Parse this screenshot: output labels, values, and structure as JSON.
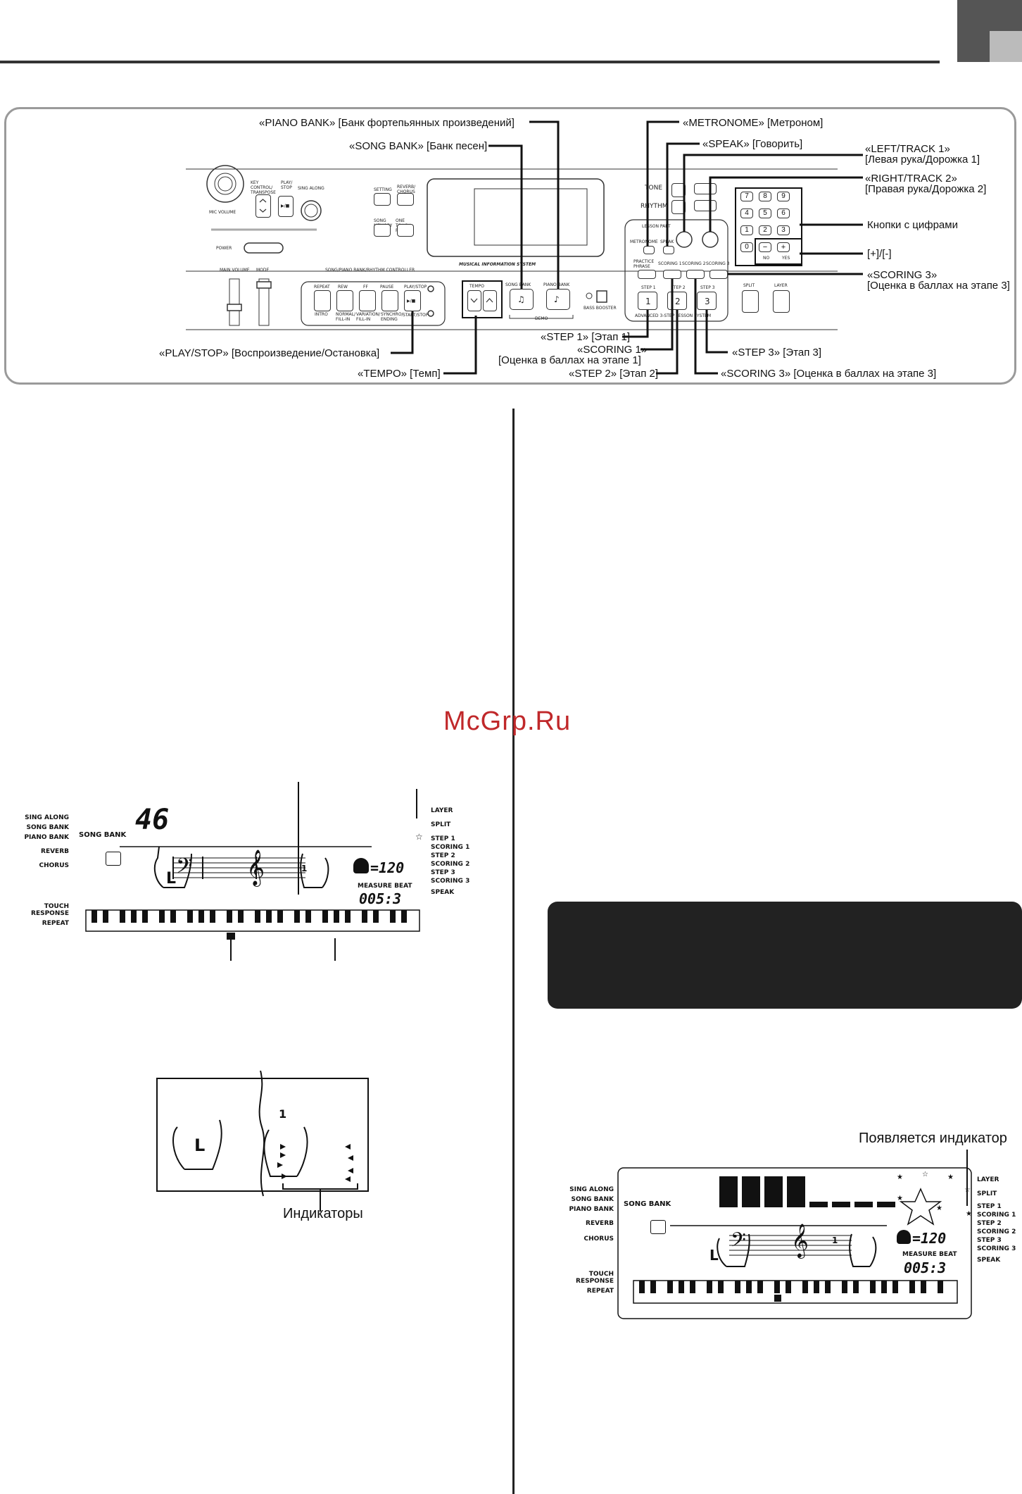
{
  "callouts": {
    "piano_bank": "«PIANO BANK» [Банк фортепьянных произведений]",
    "song_bank": "«SONG BANK» [Банк песен]",
    "metronome": "«METRONOME» [Метроном]",
    "speak": "«SPEAK» [Говорить]",
    "left_track1_a": "«LEFT/TRACK 1»",
    "left_track1_b": "[Левая рука/Дорожка 1]",
    "right_track2_a": "«RIGHT/TRACK 2»",
    "right_track2_b": "[Правая рука/Дорожка 2]",
    "number_buttons": "Кнопки с цифрами",
    "plus_minus": "[+]/[-]",
    "scoring3_a": "«SCORING 3»",
    "scoring3_b": "[Оценка в баллах на этапе 3]",
    "step1": "«STEP 1» [Этап 1]",
    "scoring1_a": "«SCORING 1»",
    "scoring1_b": "[Оценка в баллах на этапе 1]",
    "step3": "«STEP 3» [Этап 3]",
    "play_stop": "«PLAY/STOP» [Воспроизведение/Остановка]",
    "step2": "«STEP 2» [Этап 2]",
    "tempo": "«TEMPO» [Темп]",
    "scoring3_full": "«SCORING 3» [Оценка в баллах на этапе 3]"
  },
  "keyboard": {
    "mic_volume": "MIC VOLUME",
    "key_control": "KEY CONTROL/ TRANSPOSE",
    "play_stop": "PLAY/ STOP",
    "sing_along": "SING ALONG",
    "setting": "SETTING",
    "reverb_chorus": "REVERB/ CHORUS",
    "song_memory": "SONG MEMORY",
    "one_touch_preset": "ONE TOUCH PRESET",
    "power": "POWER",
    "main_volume": "MAIN VOLUME",
    "mode": "MODE",
    "controller": "SONG/PIANO BANK/RHYTHM CONTROLLER",
    "repeat": "REPEAT",
    "rew": "REW",
    "ff": "FF",
    "pause": "PAUSE",
    "play_stop2": "PLAY/STOP",
    "intro": "INTRO",
    "normal_fill": "NORMAL/ FILL-IN",
    "variation_fill": "VARIATION/ FILL-IN",
    "synchro_ending": "SYNCHRO/ ENDING",
    "start_stop": "START/STOP",
    "tempo": "TEMPO",
    "song_bank": "SONG BANK",
    "piano_bank": "PIANO BANK",
    "demo": "DEMO",
    "bass_booster": "BASS BOOSTER",
    "tone": "TONE",
    "rhythm": "RHYTHM",
    "lesson_part": "LESSON PART",
    "metronome": "METRONOME",
    "speak": "SPEAK",
    "practice_phrase": "PRACTICE PHRASE",
    "scoring1": "SCORING 1",
    "scoring2": "SCORING 2",
    "scoring3": "SCORING 3",
    "step1": "STEP 1",
    "step2": "STEP 2",
    "step3": "STEP 3",
    "lesson_system": "ADVANCED 3-STEP LESSON SYSTEM",
    "split": "SPLIT",
    "layer": "LAYER",
    "mis": "MUSICAL INFORMATION SYSTEM",
    "no": "NO",
    "yes": "YES",
    "numpad": [
      "7",
      "8",
      "9",
      "4",
      "5",
      "6",
      "1",
      "2",
      "3",
      "0"
    ]
  },
  "lcd1": {
    "number": "46",
    "song_bank": "SONG BANK",
    "left_labels": [
      "SING ALONG",
      "SONG BANK",
      "PIANO BANK",
      "REVERB",
      "CHORUS",
      "TOUCH RESPONSE",
      "REPEAT"
    ],
    "right_labels": [
      "LAYER",
      "SPLIT",
      "STEP 1",
      "SCORING 1",
      "STEP 2",
      "SCORING 2",
      "STEP 3",
      "SCORING 3",
      "SPEAK"
    ],
    "tempo": "=120",
    "measure_beat": "MEASURE BEAT",
    "counter": "005:3",
    "hand": "L",
    "finger": "1"
  },
  "hands_fig": {
    "hand": "L",
    "finger": "1",
    "caption": "Индикаторы"
  },
  "lcd2": {
    "indicator_caption": "Появляется индикатор",
    "song_bank": "SONG BANK",
    "left_labels": [
      "SING ALONG",
      "SONG BANK",
      "PIANO BANK",
      "REVERB",
      "CHORUS",
      "TOUCH RESPONSE",
      "REPEAT"
    ],
    "right_labels": [
      "LAYER",
      "SPLIT",
      "STEP 1",
      "SCORING 1",
      "STEP 2",
      "SCORING 2",
      "STEP 3",
      "SCORING 3",
      "SPEAK"
    ],
    "tempo": "=120",
    "measure_beat": "MEASURE BEAT",
    "counter": "005:3",
    "hand": "L",
    "finger": "1"
  },
  "watermark": "McGrp.Ru"
}
